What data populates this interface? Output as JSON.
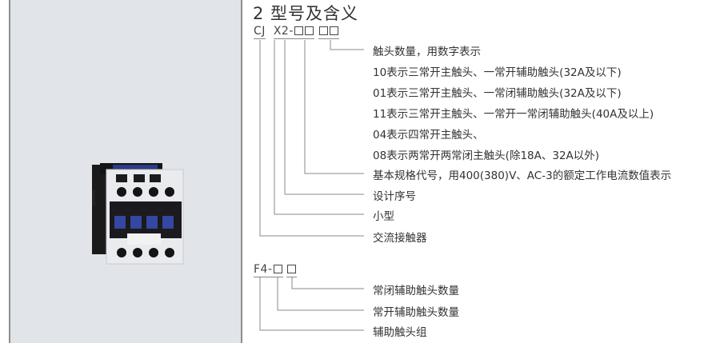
{
  "section_title": "2 型号及含义",
  "model_code": {
    "parts": [
      "CJ",
      "X",
      "2-",
      "□□",
      "□□"
    ],
    "descriptions": [
      "触头数量，用数字表示",
      "10表示三常开主触头、一常开辅助触头(32A及以下)",
      "01表示三常开主触头、一常闭辅助触头(32A及以下)",
      "11表示三常开主触头、一常开一常闭辅助触头(40A及以上)",
      "04表示四常开主触头、",
      "08表示两常开两常闭主触头(除18A、32A以外)",
      "基本规格代号，用400(380)V、AC-3的额定工作电流数值表示",
      "设计序号",
      "小型",
      "交流接触器"
    ]
  },
  "aux_code": {
    "parts": [
      "F4-",
      "□",
      "□"
    ],
    "descriptions": [
      "常闭辅助触头数量",
      "常开辅助触头数量",
      "辅助触头组"
    ]
  },
  "image": {
    "alt": "CJX2 AC contactor product photo"
  },
  "colors": {
    "panel_bg": "#e1e5ea",
    "panel_border": "#8e8e8e",
    "line": "#8a8a8a",
    "text": "#333333"
  }
}
